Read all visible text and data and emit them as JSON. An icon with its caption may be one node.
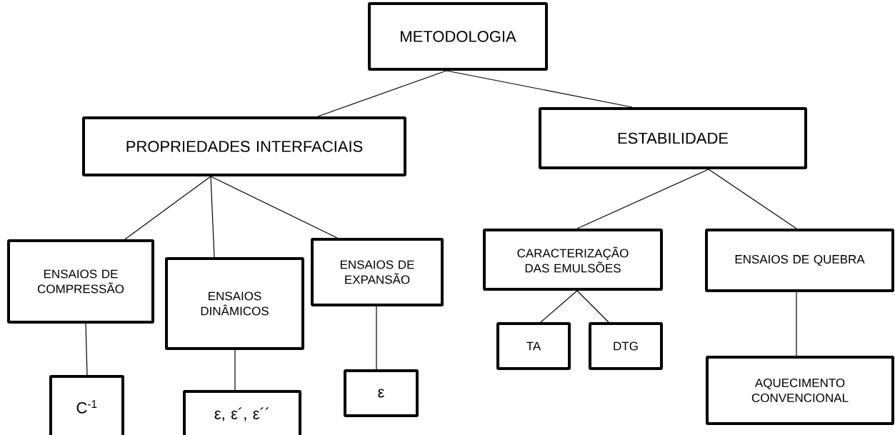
{
  "diagram": {
    "nodes": [
      {
        "text": [
          "METODOLOGIA"
        ]
      },
      {
        "text": [
          "PROPRIEDADES INTERFACIAIS"
        ]
      },
      {
        "text": [
          "ESTABILIDADE"
        ]
      },
      {
        "text": [
          "ENSAIOS DE COMPRESSÃO"
        ]
      },
      {
        "text": [
          "ENSAIOS DINÂMICOS"
        ]
      },
      {
        "text": [
          "ENSAIOS DE EXPANSÃO"
        ]
      },
      {
        "text": [
          "C$^{-1}$"
        ]
      },
      {
        "text": [
          "ε, ε´, ε´´"
        ]
      },
      {
        "text": [
          "ε"
        ]
      },
      {
        "text": [
          "CARACTERIZAÇÃO DAS EMULSÕES"
        ]
      },
      {
        "text": [
          "ENSAIOS DE QUEBRA"
        ]
      },
      {
        "text": [
          "TA"
        ]
      },
      {
        "text": [
          "DTG"
        ]
      },
      {
        "text": [
          "AQUECIMENTO CONVENCIONAL"
        ]
      }
    ],
    "edges": [
      {
        "from": 0,
        "to": 1,
        "arrow": "none"
      },
      {
        "from": 0,
        "to": 2,
        "arrow": "none"
      },
      {
        "from": 1,
        "to": 3,
        "arrow": "none"
      },
      {
        "from": 1,
        "to": 4,
        "arrow": "none"
      },
      {
        "from": 1,
        "to": 5,
        "arrow": "none"
      },
      {
        "from": 3,
        "to": 6,
        "arrow": "none"
      },
      {
        "from": 4,
        "to": 7,
        "arrow": "none"
      },
      {
        "from": 5,
        "to": 8,
        "arrow": "none"
      },
      {
        "from": 2,
        "to": 9,
        "arrow": "none"
      },
      {
        "from": 2,
        "to": 10,
        "arrow": "none"
      },
      {
        "from": 9,
        "to": 11,
        "arrow": "none"
      },
      {
        "from": 9,
        "to": 12,
        "arrow": "none"
      },
      {
        "from": 10,
        "to": 13,
        "arrow": "none"
      }
    ]
  }
}
